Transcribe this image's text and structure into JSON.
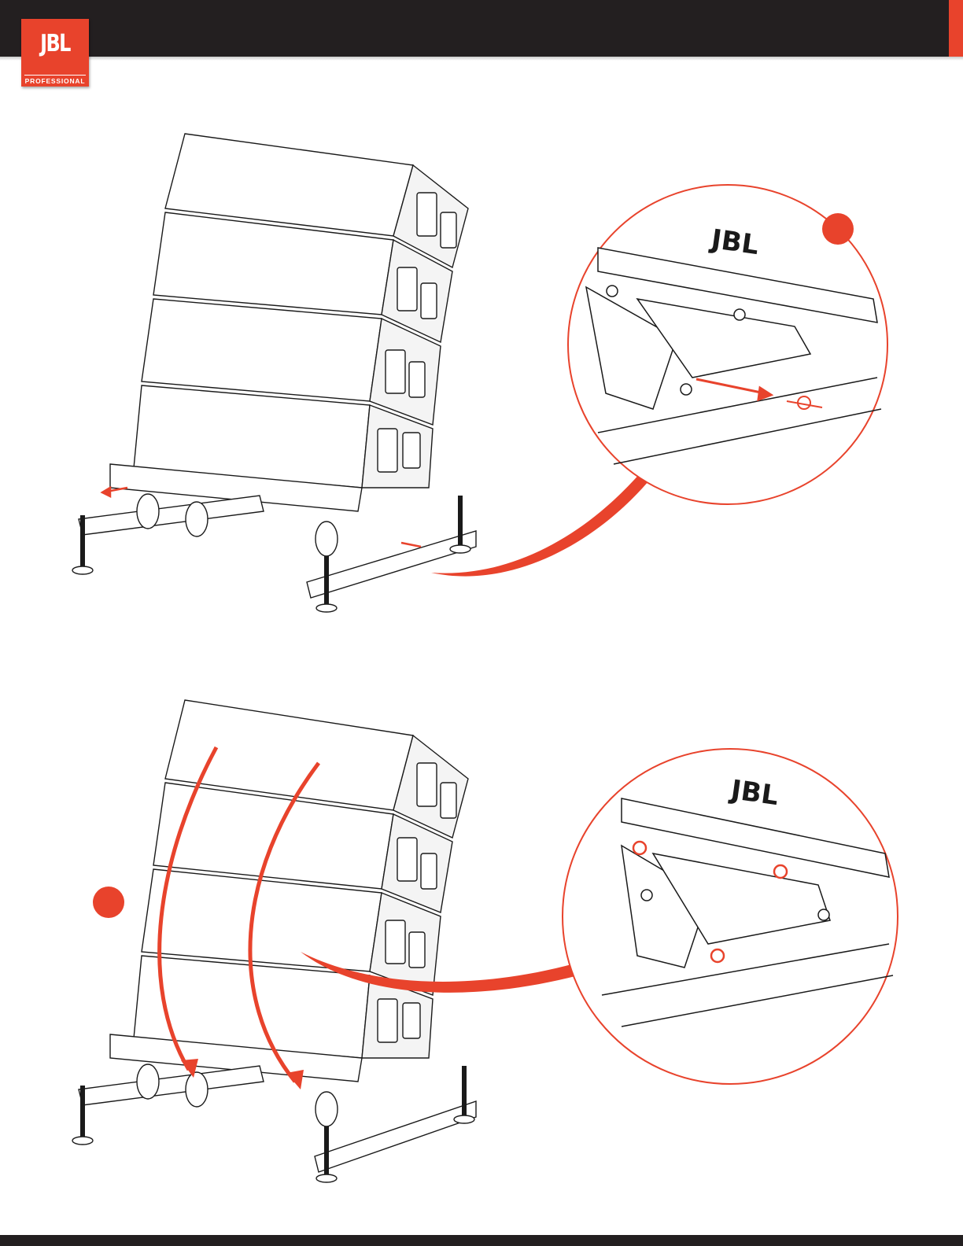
{
  "header": {
    "logo_text": "JBL",
    "logo_subtext": "PROFESSIONAL"
  },
  "colors": {
    "bar": "#231f20",
    "accent": "#e8432c",
    "line": "#1a1a1a"
  },
  "figures": [
    {
      "icon": "speaker-array-pin-removal-illustration"
    },
    {
      "icon": "speaker-array-pin-reinsertion-illustration"
    }
  ],
  "step_markers": 2
}
